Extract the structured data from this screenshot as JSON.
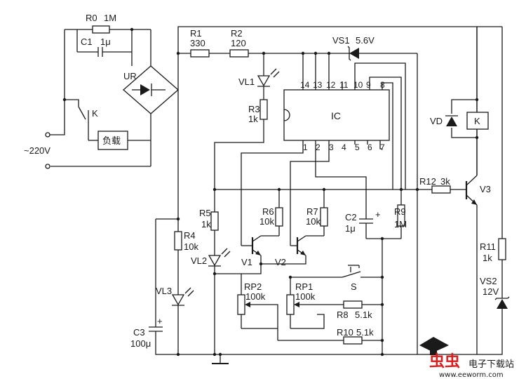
{
  "labels": {
    "r0": "R0",
    "r0_val": "1M",
    "c1": "C1",
    "c1_val": "1μ",
    "ur": "UR",
    "k": "K",
    "load": "负载",
    "mains": "~220V",
    "r1": "R1",
    "r1_val": "330",
    "r2": "R2",
    "r2_val": "120",
    "vs1": "VS1",
    "vs1_val": "5.6V",
    "vl1": "VL1",
    "r3": "R3",
    "r3_val": "1k",
    "ic": "IC",
    "pins_top": [
      "14",
      "13",
      "12",
      "11",
      "10",
      "9",
      "8"
    ],
    "pins_bottom": [
      "1",
      "2",
      "3",
      "4",
      "5",
      "6",
      "7"
    ],
    "vd": "VD",
    "relay_k": "K",
    "r12": "R12",
    "r12_val": "3k",
    "v3": "V3",
    "r5": "R5",
    "r5_val": "1k",
    "r6": "R6",
    "r6_val": "10k",
    "r7": "R7",
    "r7_val": "10k",
    "c2": "C2",
    "c2_val": "1μ",
    "r9": "R9",
    "r9_val": "1M",
    "r4": "R4",
    "r4_val": "10k",
    "vl2": "VL2",
    "v1": "V1",
    "v2": "V2",
    "s": "S",
    "rp2": "RP2",
    "rp2_val": "100k",
    "rp1": "RP1",
    "rp1_val": "100k",
    "r8": "R8",
    "r8_val": "5.1k",
    "vl3": "VL3",
    "r10": "R10",
    "r10_val": "5.1k",
    "c3": "C3",
    "c3_val": "100μ",
    "r11": "R11",
    "r11_val": "1k",
    "vs2": "VS2",
    "vs2_val": "12V",
    "plus_c2": "+",
    "plus_c3": "+"
  },
  "watermark": {
    "logo_cn": "虫虫",
    "site_name": "电子下载站",
    "url": "www.eeworm.com"
  }
}
